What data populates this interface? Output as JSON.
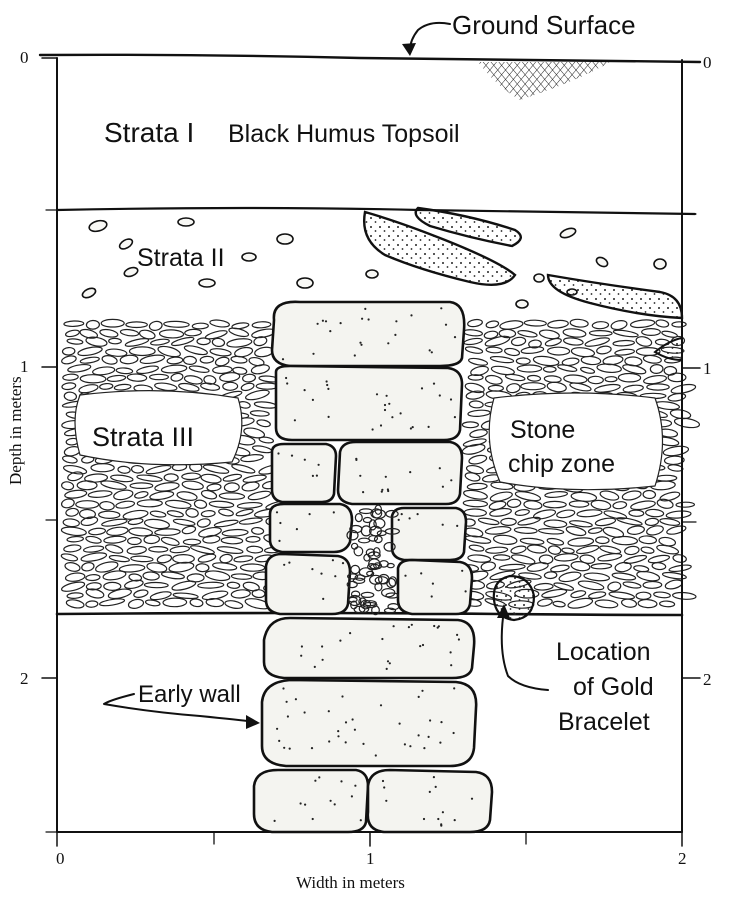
{
  "labels": {
    "ground_surface": "Ground Surface",
    "strata_1_main": "Strata I",
    "strata_1_detail": "Black Humus Topsoil",
    "strata_2": "Strata II",
    "strata_3": "Strata III",
    "stone_chip_1": "Stone",
    "stone_chip_2": "chip zone",
    "bracelet_1": "Location",
    "bracelet_2": "of Gold",
    "bracelet_3": "Bracelet",
    "early_wall": "Early wall"
  },
  "axes": {
    "y_title": "Depth in meters",
    "x_title": "Width in meters",
    "left_ticks": [
      "0",
      "1",
      "2"
    ],
    "right_ticks": [
      "0",
      "1",
      "2"
    ],
    "bottom_ticks": [
      "0",
      "1",
      "2"
    ]
  }
}
